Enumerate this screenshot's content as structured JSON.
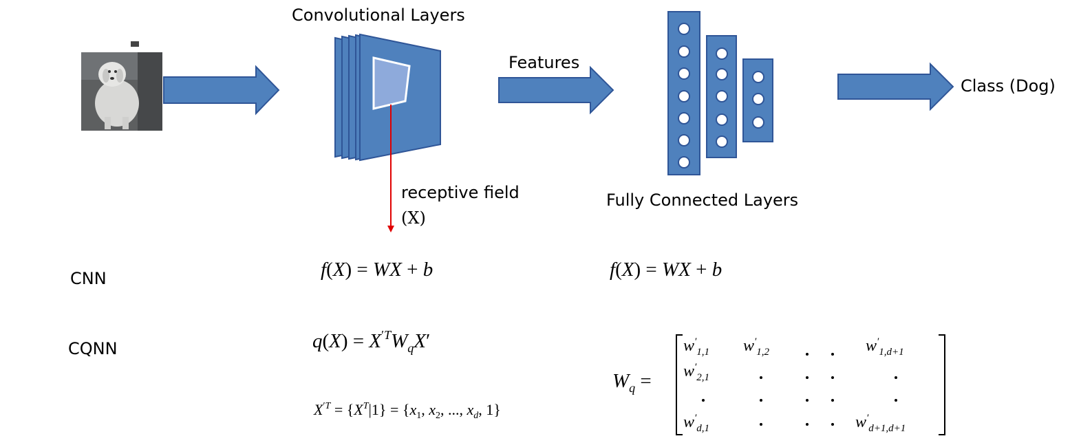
{
  "diagram": {
    "title_conv": "Convolutional Layers",
    "label_features": "Features",
    "label_fc": "Fully Connected Layers",
    "label_class": "Class (Dog)",
    "label_receptive": "receptive field",
    "label_receptive_var": "(X)"
  },
  "rows": {
    "cnn_label": "CNN",
    "cqnn_label": "CQNN"
  },
  "colors": {
    "block_fill": "#4f81bd",
    "block_stroke": "#2f5597",
    "inner_fill": "#8eaadb",
    "pointer_line": "#e00000"
  },
  "icons": {
    "input_image": "dog-photo-image"
  }
}
